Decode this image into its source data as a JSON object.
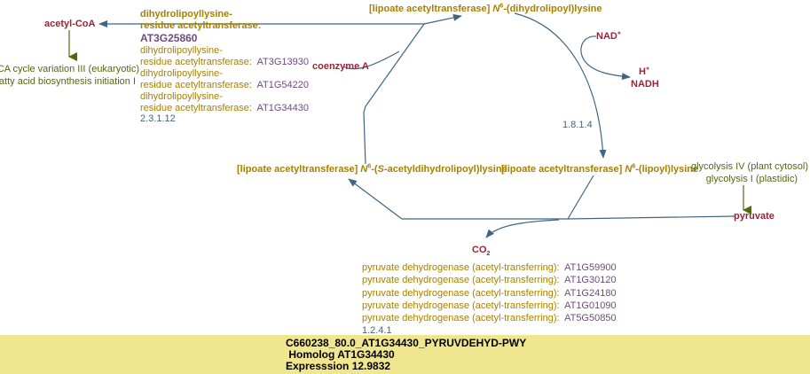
{
  "compounds": {
    "acetyl_coa": "acetyl-CoA",
    "coenzyme_a": "coenzyme A",
    "nad": "NAD",
    "nad_charge": "+",
    "h": "H",
    "h_charge": "+",
    "nadh": "NADH",
    "pyruvate": "pyruvate",
    "co2": "CO",
    "co2_sub": "2",
    "dihydrolipoyl": {
      "prefix": "[lipoate acetyltransferase] ",
      "n": "N",
      "sup": "6",
      "suffix": "-(dihydrolipoyl)lysine"
    },
    "acetyldihydrolipoyl": {
      "prefix": "[lipoate acetyltransferase] ",
      "n": "N",
      "sup": "6",
      "mid1": "-(",
      "s": "S",
      "suffix": "-acetyldihydrolipoyl)lysine"
    },
    "lipoyl": {
      "prefix": "[lipoate acetyltransferase] ",
      "n": "N",
      "sup": "6",
      "suffix": "-(lipoyl)lysine"
    }
  },
  "enzymes_transacetylase": {
    "main": {
      "line1": "dihydrolipoyllysine-",
      "line2": "residue acetyltransferase:",
      "gene": "AT3G25860"
    },
    "others": [
      {
        "line1": "dihydrolipoyllysine-",
        "line2": "residue acetyltransferase:",
        "gene": "AT3G13930"
      },
      {
        "line1": "dihydrolipoyllysine-",
        "line2": "residue acetyltransferase:",
        "gene": "AT1G54220"
      },
      {
        "line1": "dihydrolipoyllysine-",
        "line2": "residue acetyltransferase:",
        "gene": "AT1G34430"
      }
    ],
    "ec": "2.3.1.12"
  },
  "ec_dehydrogenase": "1.8.1.4",
  "enzymes_pdh": {
    "items": [
      {
        "name": "pyruvate dehydrogenase (acetyl-transferring):",
        "gene": "AT1G59900"
      },
      {
        "name": "pyruvate dehydrogenase (acetyl-transferring):",
        "gene": "AT1G30120"
      },
      {
        "name": "pyruvate dehydrogenase (acetyl-transferring):",
        "gene": "AT1G24180"
      },
      {
        "name": "pyruvate dehydrogenase (acetyl-transferring):",
        "gene": "AT1G01090"
      },
      {
        "name": "pyruvate dehydrogenase (acetyl-transferring):",
        "gene": "AT5G50850"
      }
    ],
    "ec": "1.2.4.1"
  },
  "pathways": {
    "out": [
      "TCA cycle variation III (eukaryotic)",
      "fatty acid biosynthesis initiation I"
    ],
    "in": [
      "glycolysis IV (plant cytosol)",
      "glycolysis I (plastidic)"
    ]
  },
  "info": {
    "line1": "C660238_80.0_AT1G34430_PYRUVDEHYD-PWY",
    "line2": " Homolog AT1G34430",
    "line3": "Expresssion 12.9832"
  },
  "colors": {
    "arrow": "#3f6584",
    "pathway_arrow": "#4f6a12",
    "info_bg": "#efe68f"
  }
}
